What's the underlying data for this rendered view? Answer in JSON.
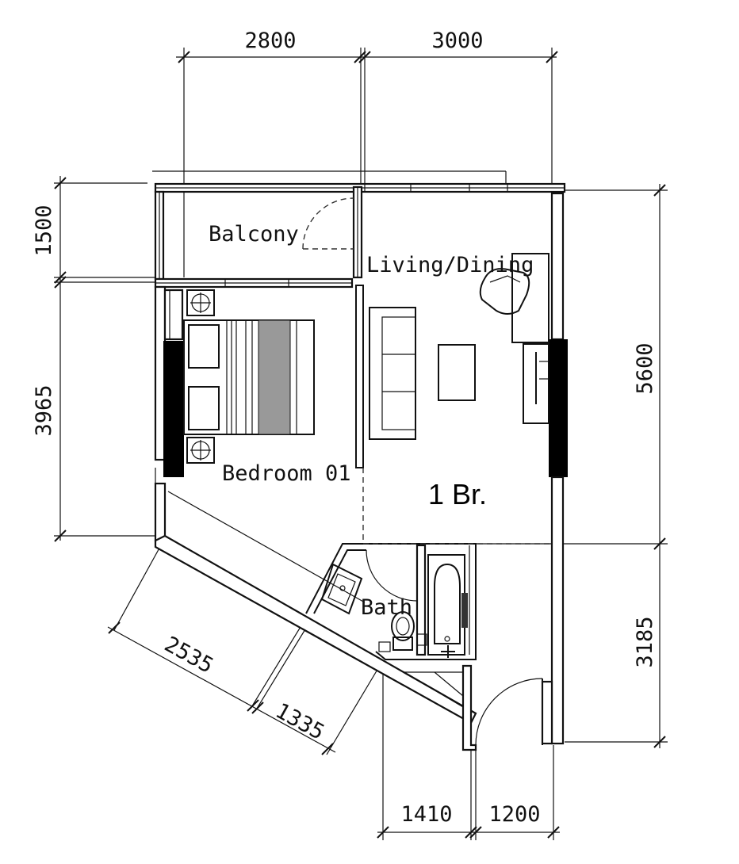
{
  "dimensions": {
    "top_left": "2800",
    "top_right": "3000",
    "left_top": "1500",
    "left_bottom": "3965",
    "right_top": "5600",
    "right_bottom": "3185",
    "diag_long": "2535",
    "diag_short": "1335",
    "bottom_left": "1410",
    "bottom_right": "1200"
  },
  "rooms": {
    "balcony": "Balcony",
    "living": "Living/Dining",
    "bedroom": "Bedroom 01",
    "bath": "Bath"
  },
  "unit_label": "1 Br."
}
